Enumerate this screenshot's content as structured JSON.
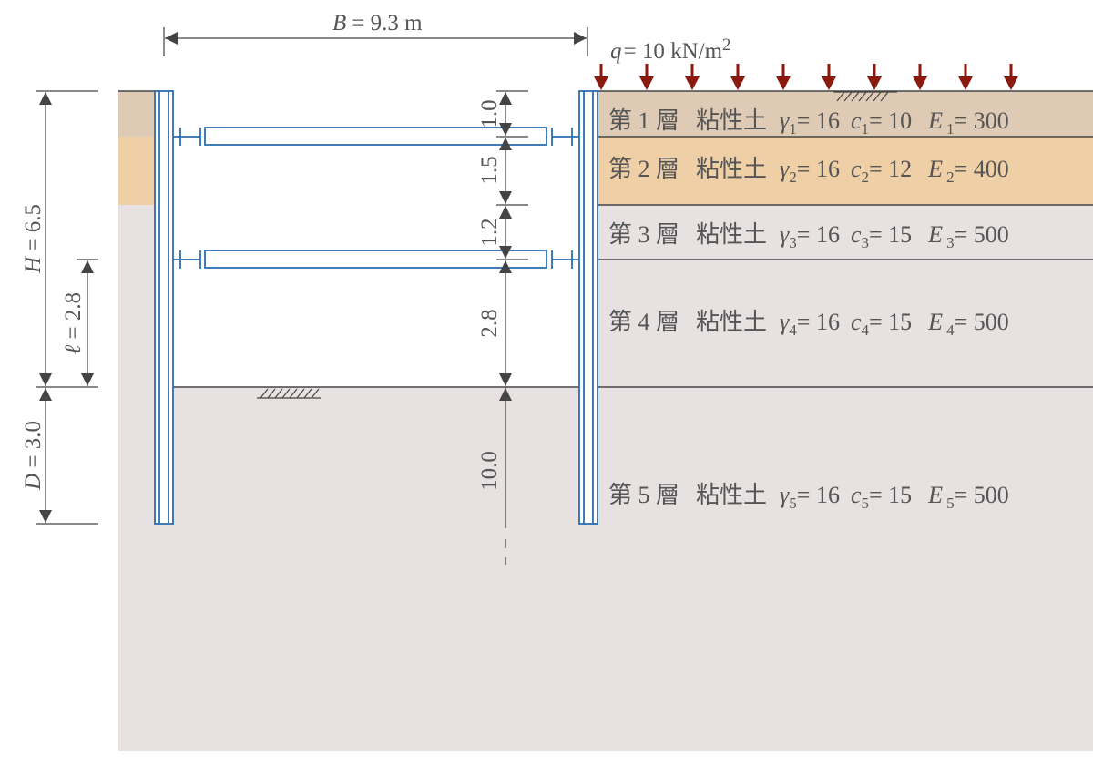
{
  "colors": {
    "layer1": "#dfcbb5",
    "layer2": "#efcfa6",
    "ground": "#e8e1e1",
    "wall": "#2a6db0",
    "load_arrow": "#8b1a0e",
    "line": "#444444",
    "text": "#555555"
  },
  "top_dimension": {
    "symbol": "B",
    "value_text": "= 9.3 m"
  },
  "surcharge": {
    "symbol": "q",
    "value_text": "= 10 kN/m",
    "exponent": "2"
  },
  "left_dimensions": {
    "H": {
      "symbol": "H",
      "value_text": " = 6.5"
    },
    "l": {
      "symbol": "ℓ",
      "value_text": " = 2.8"
    },
    "D": {
      "symbol": "D",
      "value_text": " = 3.0"
    }
  },
  "center_dimensions": [
    "1.0",
    "1.5",
    "1.2",
    "2.8",
    "10.0"
  ],
  "layers": [
    {
      "label": "第 1 層",
      "soil": "粘性土",
      "gamma_sub": "1",
      "gamma_val": "= 16",
      "c_sub": "1",
      "c_val": "= 10",
      "E_sub": "1",
      "E_val": "= 300"
    },
    {
      "label": "第 2 層",
      "soil": "粘性土",
      "gamma_sub": "2",
      "gamma_val": "= 16",
      "c_sub": "2",
      "c_val": "= 12",
      "E_sub": "2",
      "E_val": "= 400"
    },
    {
      "label": "第 3 層",
      "soil": "粘性土",
      "gamma_sub": "3",
      "gamma_val": "= 16",
      "c_sub": "3",
      "c_val": "= 15",
      "E_sub": "3",
      "E_val": "= 500"
    },
    {
      "label": "第 4 層",
      "soil": "粘性土",
      "gamma_sub": "4",
      "gamma_val": "= 16",
      "c_sub": "4",
      "c_val": "= 15",
      "E_sub": "4",
      "E_val": "= 500"
    },
    {
      "label": "第 5 層",
      "soil": "粘性土",
      "gamma_sub": "5",
      "gamma_val": "= 16",
      "c_sub": "5",
      "c_val": "= 15",
      "E_sub": "5",
      "E_val": "= 500"
    }
  ],
  "symbols": {
    "gamma": "γ",
    "c": "c",
    "E": "E"
  }
}
